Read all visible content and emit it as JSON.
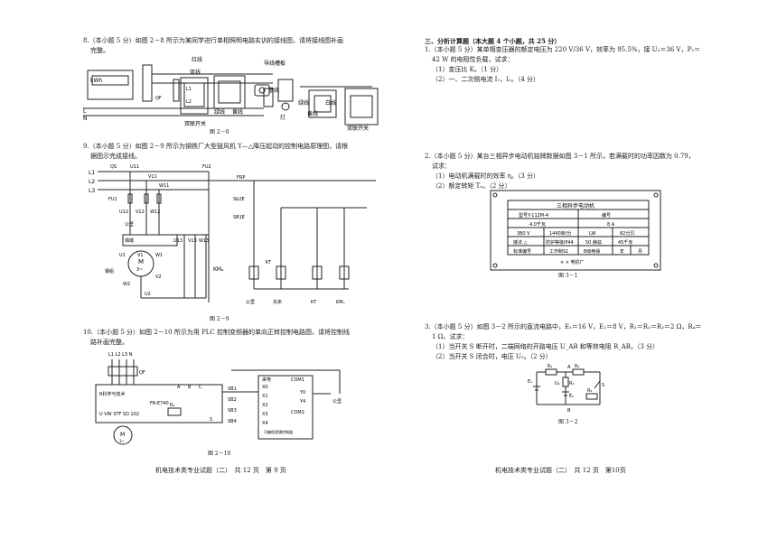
{
  "left": {
    "q8": {
      "line1": "8.（本小题 5 分）如图 2－8 所示为某同学进行单相照明电路实训的接线图，请将接线图补画",
      "line2": "完整。",
      "caption": "图 2－8"
    },
    "q9": {
      "line1": "9.（本小题 5 分）如图 2－9 所示为钢铁厂大型鼓风机 Y—△降压起动的控制电路原理图，请根",
      "line2": "据图示完成接线。",
      "caption": "图 2－9"
    },
    "q10": {
      "line1": "10.（本小题 5 分）如图 2－10 所示为用 PLC 控制变频器的单向正转控制电路图，请将控制线",
      "line2": "路补画完整。",
      "caption": "图 2－10"
    },
    "footer": "机电技术类专业试题（二）　共 12 页　第 9 页"
  },
  "right": {
    "section": "三、分析计算题（本大题 4 个小题，共 25 分）",
    "q1": {
      "line1": "1.（本小题 5 分）某单相变压器的额定电压为 220 V/36 V，效率为 95.5%，接 U₂＝36 V，P₂＝",
      "line2": "42 W 的电阻性负载，试求：",
      "a": "（1）变压比 K。（1 分）",
      "b": "（2）一、二次侧电流 I₁，I₂。（4 分）"
    },
    "q2": {
      "line1": "2.（本小题 5 分）某台三相异步电动机铭牌数据如图 3－1 所示，若满载时的功率因数为 0.79，",
      "line2": "试求：",
      "a": "（1）电动机满载时的效率 η。（3 分）",
      "b": "（2）额定转矩 Tₙ。（2 分）",
      "caption": "图 3－1",
      "plate": {
        "title": "三相异步电动机",
        "r1": [
          "型号Y-112M-4",
          "编号"
        ],
        "r2": [
          "4.0千瓦",
          "8 A"
        ],
        "r3": [
          "380 V",
          "1440转/分",
          "LW",
          "82分贝"
        ],
        "r4": [
          "接法 △",
          "防护等级IP44",
          "50 赫兹",
          "45千克"
        ],
        "r5": [
          "标准编号",
          "工作制S1",
          "B级绝缘",
          "年",
          "月"
        ],
        "r6": "× × 电机厂"
      }
    },
    "q3": {
      "line1": "3.（本小题 5 分）如图 3－2 所示的直流电路中，E₁＝16 V，E₂＝8 V，R₁＝R₂＝R₃＝2 Ω，R₄＝",
      "line2": "1 Ω。试求：",
      "a": "（1）当开关 S 断开时，二端网络的开路电压 U_AB 和等效电阻 R_AB。（3 分）",
      "b": "（2）当开关 S 闭合时，电压 U₂。（2 分）",
      "caption": "图 3－2"
    },
    "footer": "机电技术类专业试题（二）　共 12 页　第10页"
  },
  "fig28": {
    "L": "L",
    "N": "N",
    "kwh": "kWh",
    "QF": "QF",
    "redline": "红线",
    "wireslot": "导线槽板",
    "blue1": "蓝线",
    "blue2": "蓝线",
    "yellow1": "黄线",
    "green1": "绿线",
    "green2": "绿线",
    "white1": "白线",
    "yellow2": "黄线",
    "lamp": "灯",
    "sw1": "双联开关",
    "sw2": "双联开关",
    "L1": "L1",
    "L2": "L2"
  },
  "fig29": {
    "L1": "L1",
    "L2": "L2",
    "L3": "L3",
    "QS": "QS",
    "U11": "U11",
    "V11": "V11",
    "W11": "W11",
    "FU1": "FU1",
    "FU2": "FU2",
    "U12": "U12",
    "V12": "V12",
    "W12": "W12",
    "U1": "U1",
    "V1": "V1",
    "W1": "W1",
    "U2": "U2",
    "V2": "V2",
    "W2": "W2",
    "U13": "U13",
    "V13": "V13",
    "W13": "W13",
    "motor": "M",
    "motor2": "3~",
    "KM": "KMₐ",
    "FRP": "FRP",
    "SB2": "Sb2E",
    "SB1": "SB1E",
    "KT": "KT",
    "pub1": "公里",
    "pub2": "公里",
    "pub3": "充米",
    "pub4": "KT",
    "pub5": "KMₐ",
    "gz": "钢组",
    "note": "偶端"
  },
  "fig210": {
    "top": "L1 L2 L3 N",
    "QF": "QF",
    "brand": "R科学与技术",
    "model": "FR-E740",
    "terms": "U VW STF SD 102",
    "SB1": "SB1",
    "SB2": "SB2",
    "SB3": "SB3",
    "SB4": "SB4",
    "X0": "X0",
    "X1": "X1",
    "X2": "X2",
    "X3": "X3",
    "X4": "X4",
    "COM1": "COM1",
    "Y0": "Y0",
    "Y4": "Y4",
    "COM2": "COM2",
    "plc": "可编程逻辑控制器",
    "rec": "来电",
    "pub": "公里",
    "Rd": "Rₑ",
    "A": "A",
    "B": "B",
    "C": "C",
    "S": "S",
    "M": "M",
    "M3": "3~"
  },
  "fig32": {
    "R1": "R₁",
    "R2": "R₂",
    "R3": "R₃",
    "R4": "R₄",
    "E1": "E₁",
    "E2": "E₂",
    "U2": "U₂",
    "S": "S",
    "A": "A",
    "B": "B"
  }
}
